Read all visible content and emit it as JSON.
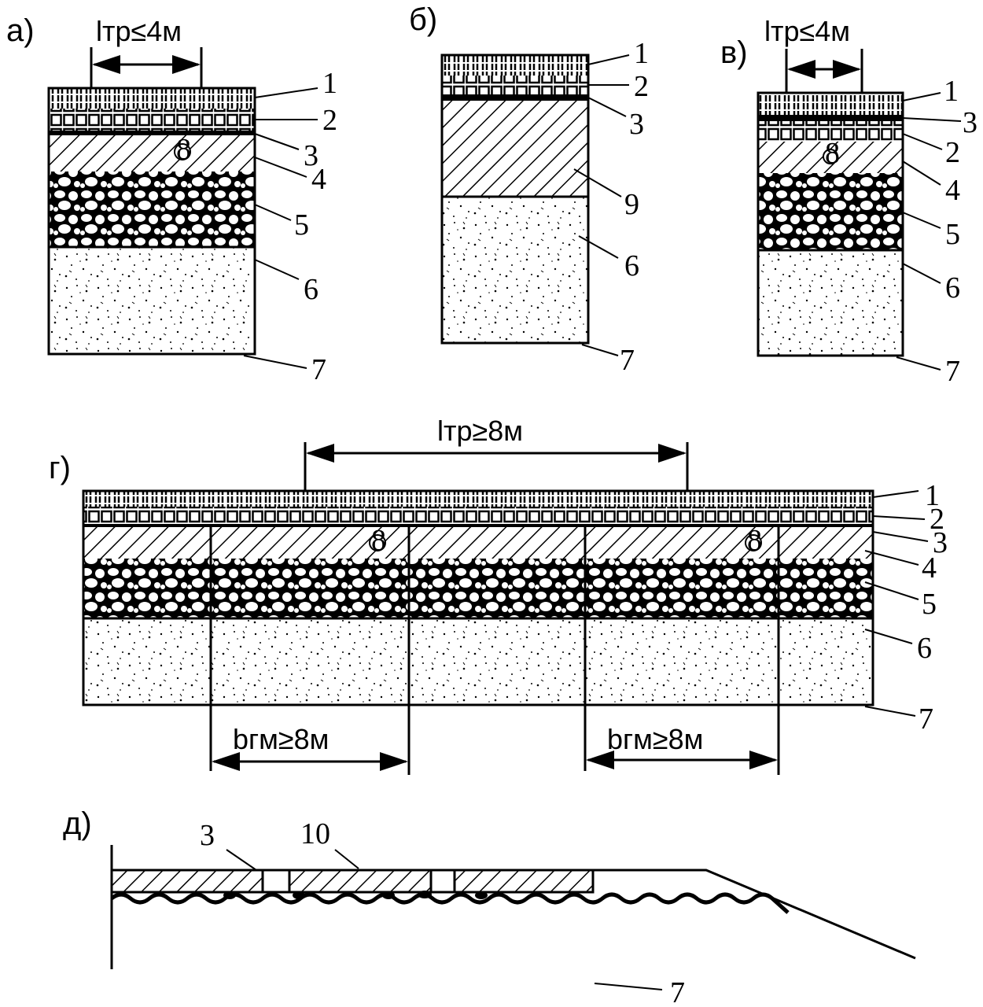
{
  "panels": {
    "a": {
      "label": "а)",
      "dimension": "lтр≤4м",
      "layers": [
        "1",
        "2",
        "3",
        "4",
        "5",
        "6",
        "7"
      ],
      "marker": "8"
    },
    "b": {
      "label": "б)",
      "layers": [
        "1",
        "2",
        "3",
        "9",
        "6",
        "7"
      ]
    },
    "v": {
      "label": "в)",
      "dimension": "lтр≤4м",
      "layers": [
        "1",
        "3",
        "2",
        "4",
        "5",
        "6",
        "7"
      ],
      "marker": "8"
    },
    "g": {
      "label": "г)",
      "dimension": "lтр≥8м",
      "dim_bottom_left": "bгм≥8м",
      "dim_bottom_right": "bгм≥8м",
      "layers": [
        "1",
        "2",
        "3",
        "4",
        "5",
        "6",
        "7"
      ],
      "marker": "8"
    },
    "d": {
      "label": "д)",
      "layers": [
        "3",
        "10",
        "7"
      ]
    }
  },
  "colors": {
    "ink": "#000000",
    "paper": "#ffffff"
  }
}
